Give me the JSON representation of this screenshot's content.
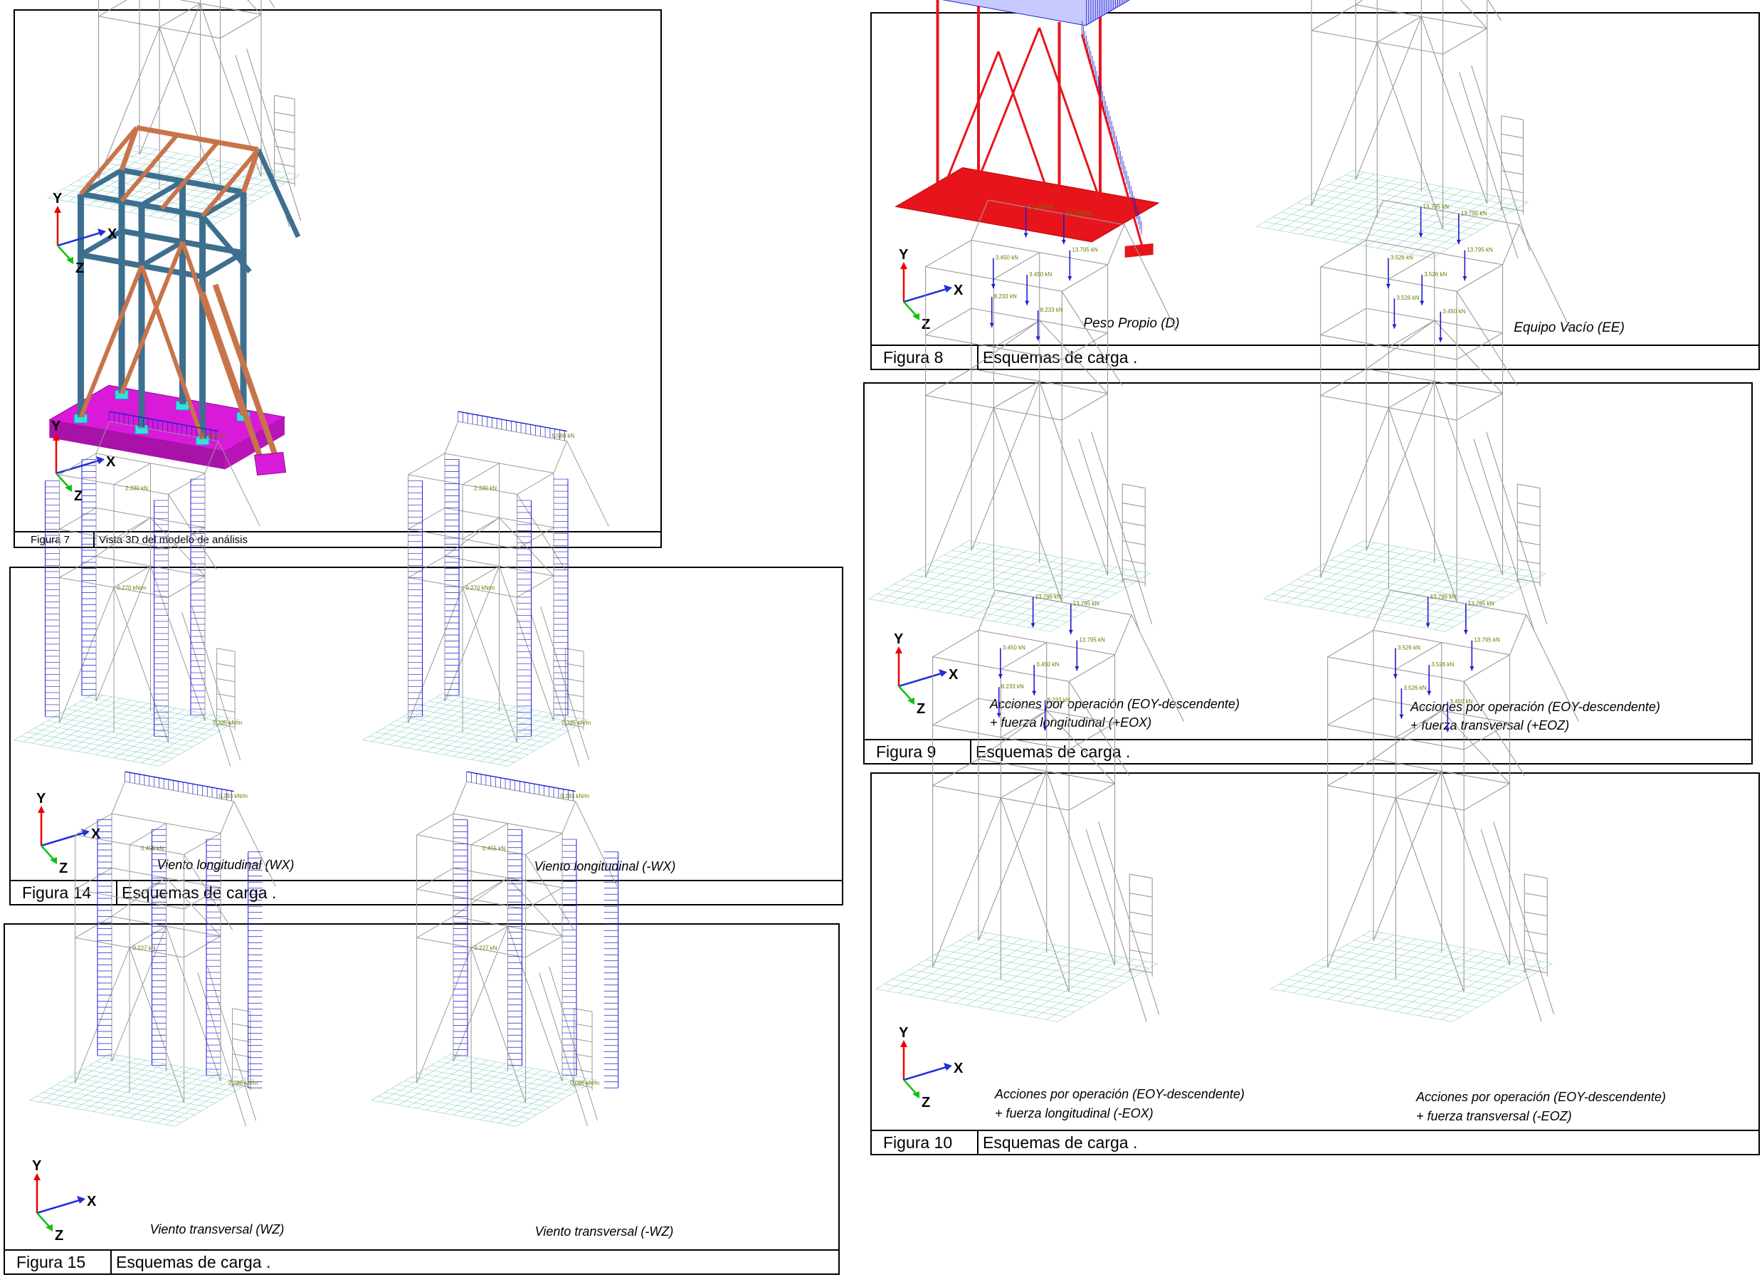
{
  "figures": [
    {
      "id": "fig7",
      "number": "Figura 7",
      "caption": "Vista 3D del modelo de análisis",
      "views": []
    },
    {
      "id": "fig8",
      "number": "Figura 8",
      "caption": "Esquemas de carga .",
      "views": [
        {
          "label": "Peso Propio (D)",
          "label2": ""
        },
        {
          "label": "Equipo Vacío (EE)",
          "label2": ""
        }
      ]
    },
    {
      "id": "fig9",
      "number": "Figura 9",
      "caption": "Esquemas de carga .",
      "views": [
        {
          "label": "Acciones por operación  (EOY-descendente)",
          "label2": "+ fuerza longitudinal (+EOX)"
        },
        {
          "label": "Acciones por operación  (EOY-descendente)",
          "label2": "+ fuerza transversal (+EOZ)"
        }
      ]
    },
    {
      "id": "fig10",
      "number": "Figura 10",
      "caption": "Esquemas de carga .",
      "views": [
        {
          "label": "Acciones por operación  (EOY-descendente)",
          "label2": "+ fuerza longitudinal (-EOX)"
        },
        {
          "label": "Acciones por operación  (EOY-descendente)",
          "label2": "+ fuerza transversal (-EOZ)"
        }
      ]
    },
    {
      "id": "fig14",
      "number": "Figura 14",
      "caption": "Esquemas de carga .",
      "views": [
        {
          "label": "Viento longitudinal (WX)",
          "label2": ""
        },
        {
          "label": "Viento longitudinal (-WX)",
          "label2": ""
        }
      ]
    },
    {
      "id": "fig15",
      "number": "Figura 15",
      "caption": "Esquemas de carga .",
      "views": [
        {
          "label": "Viento transversal (WZ)",
          "label2": ""
        },
        {
          "label": "Viento transversal (-WZ)",
          "label2": ""
        }
      ]
    }
  ],
  "axes": {
    "x": "X",
    "y": "Y",
    "z": "Z"
  },
  "load_values": {
    "ee": "5.517 kN",
    "eo_a": "13.795 kN",
    "eo_b": "3.450 kN",
    "eo_c": "8.233 kN",
    "eo_d": "3.526 kN",
    "wx_a": "5.560 kN",
    "wx_b": "2.330 kN",
    "wx_c": "0.270 kN/m",
    "wx_d": "0.335 kN/m",
    "wz_a": "0.293 kN/m",
    "wz_b": "0.455 kN",
    "wz_c": "0.227 kN",
    "wz_d": "0.098 kN/m"
  },
  "colors": {
    "frame": "#9a9a9a",
    "grid": "#8fcfc8",
    "load": "#1f1fd0",
    "load_label": "#6b7a00",
    "red": "#e8141c",
    "steel": "#3e6f8f",
    "rust": "#c8744a",
    "magenta": "#d91ad9",
    "cyan": "#33e0e0"
  }
}
